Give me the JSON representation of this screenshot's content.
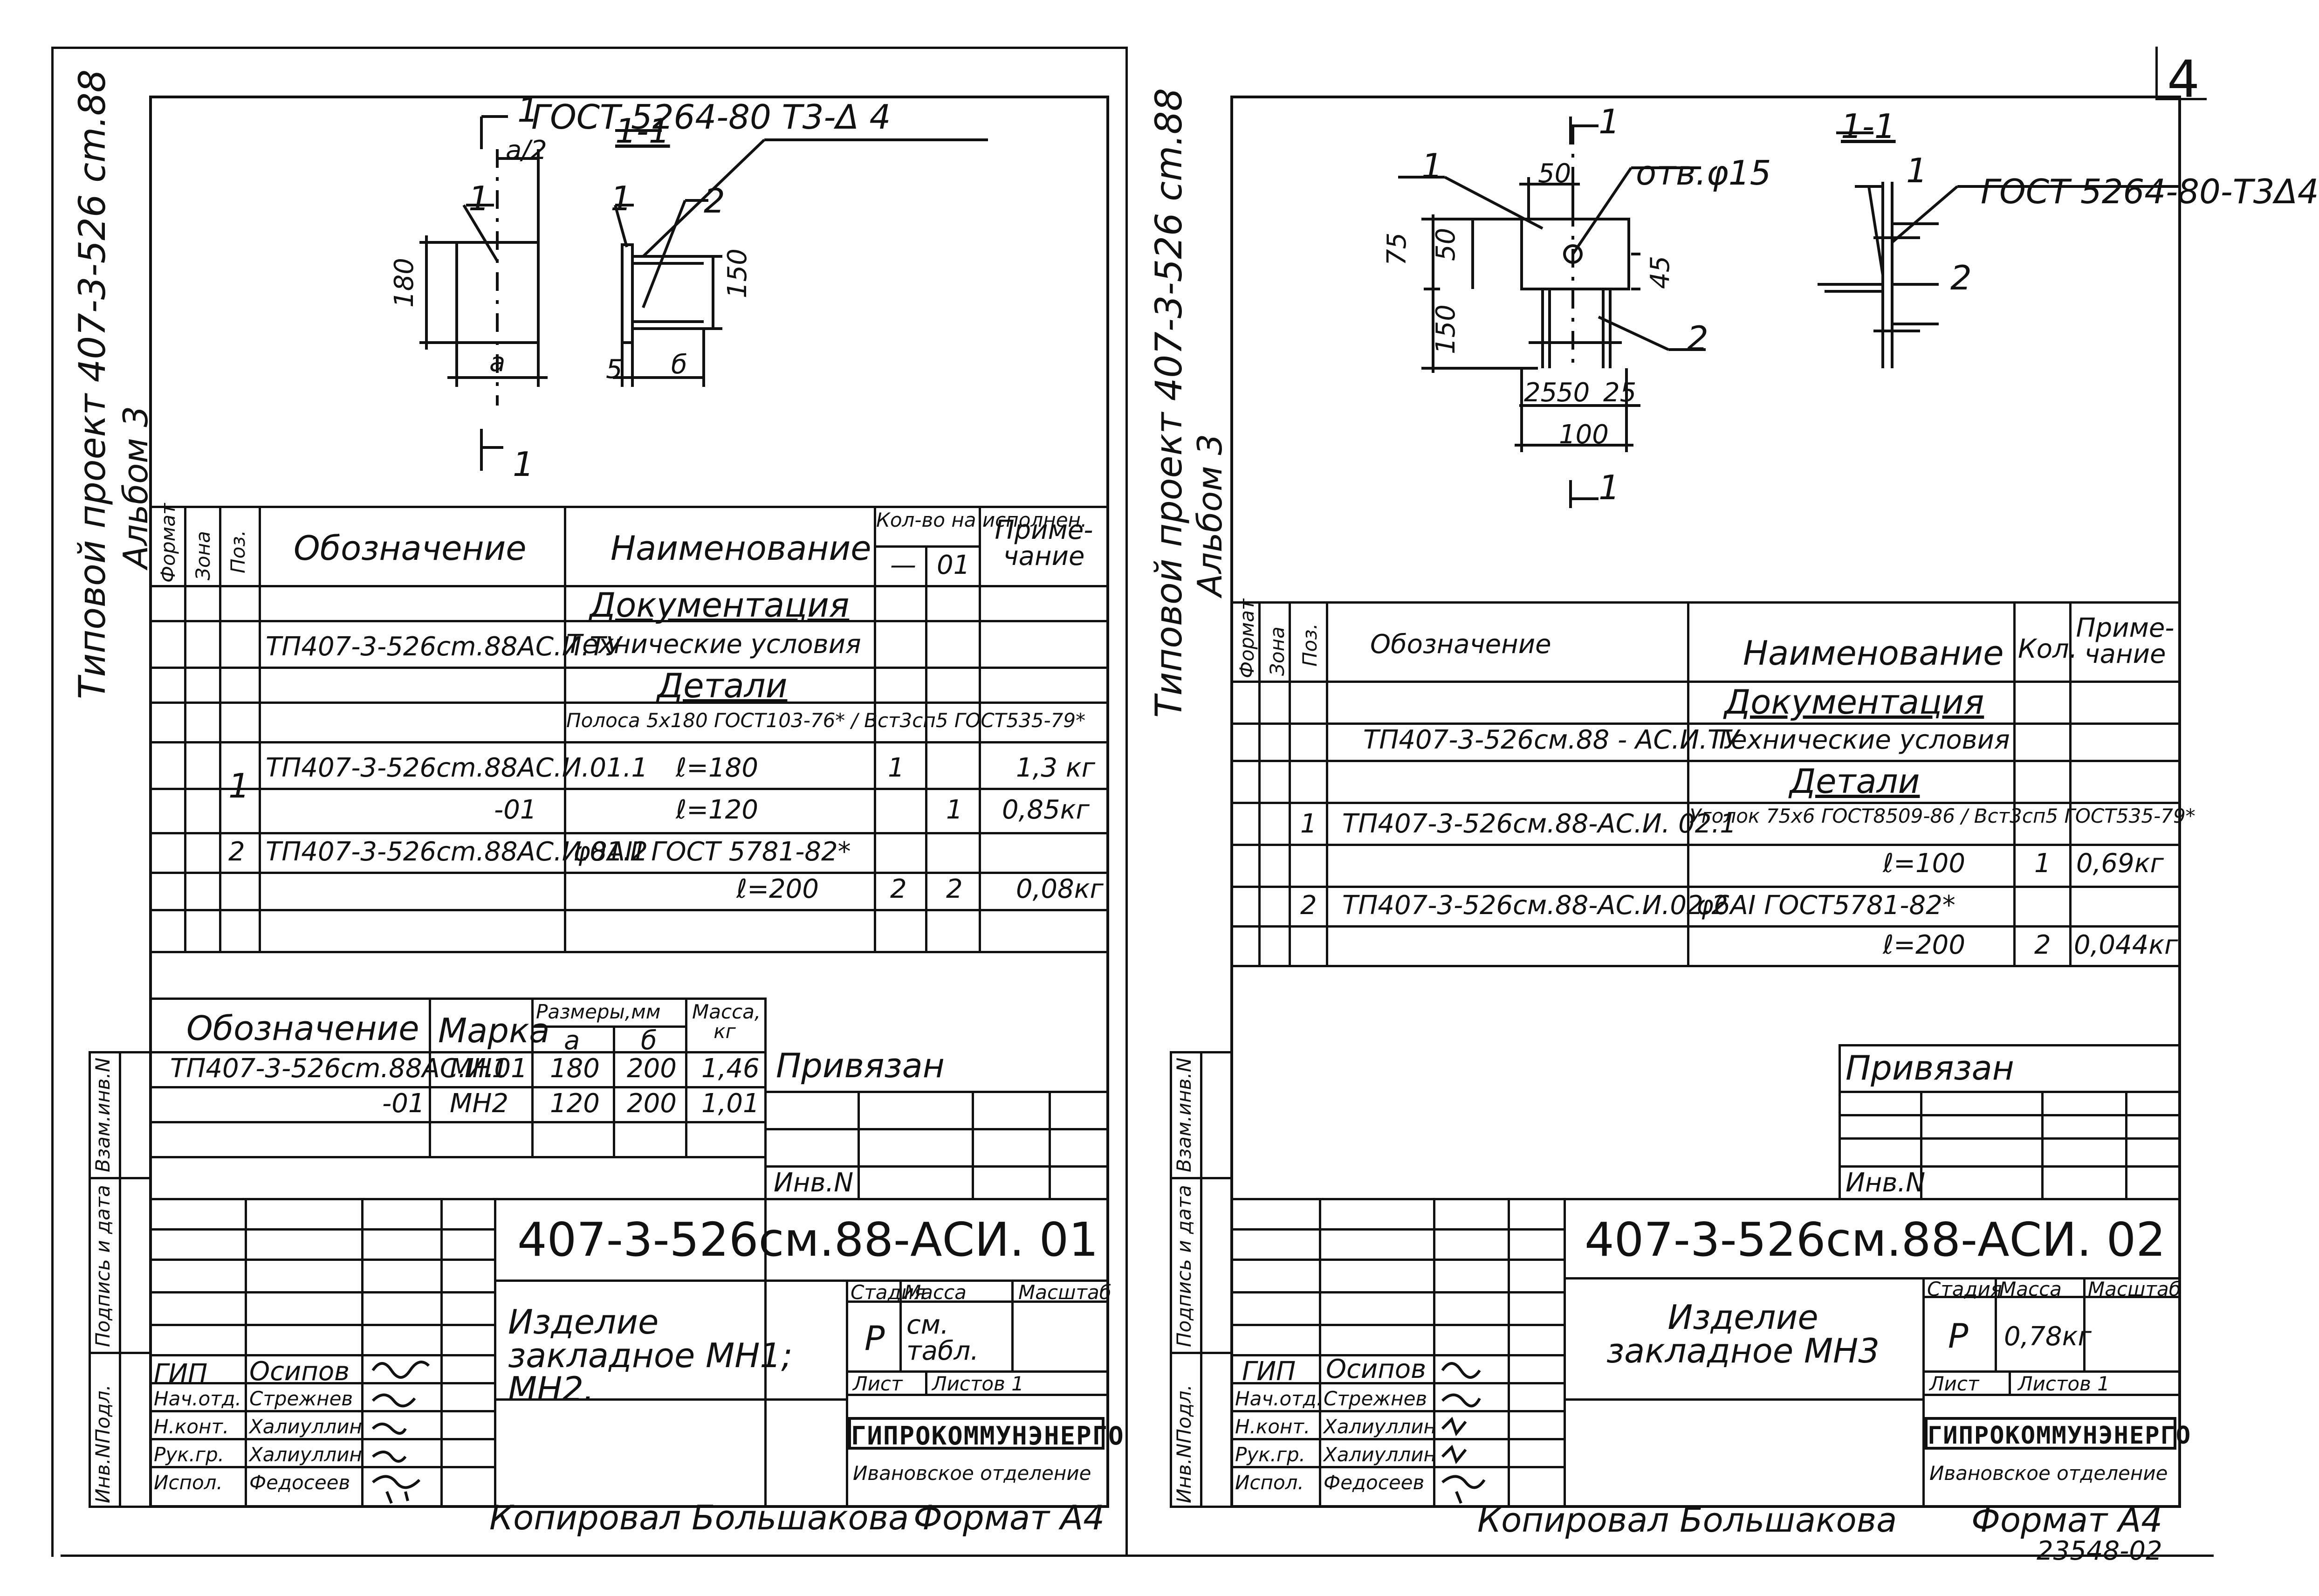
{
  "page_number": "4",
  "bottom_code": "23548-02",
  "left": {
    "side_title_1": "Типовой проект 407-3-526 cm.88",
    "side_title_2": "Альбом 3",
    "side_stamps": [
      "Инв.NПодл.",
      "Подпись и дата",
      "Взам.инв.N"
    ],
    "drawing": {
      "section_mark": "1",
      "section_title": "1-1",
      "weld_note": "ГОСТ 5264-80 Т3-Δ 4",
      "dim_a2": "a/2",
      "dim_180": "180",
      "dim_a": "a",
      "dim_150": "150",
      "dim_5": "5",
      "dim_b": "б",
      "callouts": [
        "1",
        "1",
        "2"
      ]
    },
    "spec_headers": {
      "format": "Формат",
      "zone": "Зона",
      "pos": "Поз.",
      "designation": "Обозначение",
      "name": "Наименование",
      "qty": "Кол-во на исполнен.",
      "qty_dash": "—",
      "qty_01": "01",
      "note": "Приме-чание"
    },
    "spec_rows": [
      {
        "pos": "",
        "designation": "",
        "name": "Документация",
        "q1": "",
        "q2": "",
        "note": ""
      },
      {
        "pos": "",
        "designation": "ТП407-3-526cm.88АС.И.ТУ",
        "name": "Технические условия",
        "q1": "",
        "q2": "",
        "note": ""
      },
      {
        "pos": "",
        "designation": "",
        "name": "Детали",
        "q1": "",
        "q2": "",
        "note": ""
      },
      {
        "pos": "",
        "designation": "",
        "name": "Полоса 5x180 ГОСТ103-76* / Вст3сп5 ГОСТ535-79*",
        "q1": "",
        "q2": "",
        "note": ""
      },
      {
        "pos": "1",
        "designation": "ТП407-3-526cm.88АС.И.01.1",
        "name": "ℓ=180",
        "q1": "1",
        "q2": "",
        "note": "1,3 кг"
      },
      {
        "pos": "",
        "designation": "-01",
        "name": "ℓ=120",
        "q1": "",
        "q2": "1",
        "note": "0,85кг"
      },
      {
        "pos": "2",
        "designation": "ТП407-3-526cm.88АС.И.01.2",
        "name": "φ8АⅢ ГОСТ 5781-82*",
        "q1": "",
        "q2": "",
        "note": ""
      },
      {
        "pos": "",
        "designation": "",
        "name": "ℓ=200",
        "q1": "2",
        "q2": "2",
        "note": "0,08кг"
      }
    ],
    "marks": {
      "h_designation": "Обозначение",
      "h_mark": "Марка",
      "h_sizes": "Размеры,мм",
      "h_a": "a",
      "h_b": "б",
      "h_mass": "Масса, кг",
      "rows": [
        {
          "designation": "ТП407-3-526cm.88АС.И.01",
          "mark": "МН1",
          "a": "180",
          "b": "200",
          "mass": "1,46"
        },
        {
          "designation": "-01",
          "mark": "МН2",
          "a": "120",
          "b": "200",
          "mass": "1,01"
        }
      ]
    },
    "privyazan": "Привязан",
    "inv": "Инв.N",
    "doc_code": "407-3-526см.88-АСИ. 01",
    "title": "Изделие закладное МН1; МН2.",
    "staff": [
      {
        "role": "ГИП",
        "name": "Осипов"
      },
      {
        "role": "Нач.отд.",
        "name": "Стрежнев"
      },
      {
        "role": "Н.конт.",
        "name": "Халиуллин"
      },
      {
        "role": "Рук.гр.",
        "name": "Халиуллин"
      },
      {
        "role": "Испол.",
        "name": "Федосеев"
      }
    ],
    "stage_h": "Стадия",
    "mass_h": "Масса",
    "scale_h": "Масштаб",
    "stage": "Р",
    "mass": "см. табл.",
    "sheet_h": "Лист",
    "sheets_h": "Листов 1",
    "org": "ГИПРОКОММУНЭНЕРГО",
    "org_sub": "Ивановское отделение",
    "copied": "Копировал Большакова",
    "format": "Формат А4"
  },
  "right": {
    "side_title_1": "Типовой проект 407-3-526 cm.88",
    "side_title_2": "Альбом 3",
    "side_stamps": [
      "Инв.NПодл.",
      "Подпись и дата",
      "Взам.инв.N"
    ],
    "drawing": {
      "section_mark": "1",
      "section_title": "1-1",
      "weld_note": "ГОСТ 5264-80-Т3Δ4",
      "hole": "отв.φ15",
      "dims": [
        "50",
        "75",
        "50",
        "45",
        "150",
        "25",
        "50",
        "25",
        "100"
      ],
      "callouts": [
        "1",
        "2",
        "1",
        "2"
      ]
    },
    "spec_headers": {
      "format": "Формат",
      "zone": "Зона",
      "pos": "Поз.",
      "designation": "Обозначение",
      "name": "Наименование",
      "qty": "Кол.",
      "note": "Приме-чание"
    },
    "spec_rows": [
      {
        "pos": "",
        "designation": "",
        "name": "Документация",
        "q": "",
        "note": ""
      },
      {
        "pos": "",
        "designation": "ТП407-3-526см.88 - АС.И.ТУ",
        "name": "Технические условия",
        "q": "",
        "note": ""
      },
      {
        "pos": "",
        "designation": "",
        "name": "Детали",
        "q": "",
        "note": ""
      },
      {
        "pos": "1",
        "designation": "ТП407-3-526см.88-АС.И. 02.1",
        "name": "Уголок 75x6 ГОСТ8509-86 / Вст3сп5 ГОСТ535-79*",
        "q": "",
        "note": ""
      },
      {
        "pos": "",
        "designation": "",
        "name": "ℓ=100",
        "q": "1",
        "note": "0,69кг"
      },
      {
        "pos": "2",
        "designation": "ТП407-3-526см.88-АС.И.02.2",
        "name": "φ6АⅠ ГОСТ5781-82*",
        "q": "",
        "note": ""
      },
      {
        "pos": "",
        "designation": "",
        "name": "ℓ=200",
        "q": "2",
        "note": "0,044кг"
      }
    ],
    "privyazan": "Привязан",
    "inv": "Инв.N",
    "doc_code": "407-3-526см.88-АСИ. 02",
    "title": "Изделие закладное МН3",
    "staff": [
      {
        "role": "ГИП",
        "name": "Осипов"
      },
      {
        "role": "Нач.отд.",
        "name": "Стрежнев"
      },
      {
        "role": "Н.конт.",
        "name": "Халиуллин"
      },
      {
        "role": "Рук.гр.",
        "name": "Халиуллин"
      },
      {
        "role": "Испол.",
        "name": "Федосеев"
      }
    ],
    "stage_h": "Стадия",
    "mass_h": "Масса",
    "scale_h": "Масштаб",
    "stage": "Р",
    "mass": "0,78кг",
    "sheet_h": "Лист",
    "sheets_h": "Листов 1",
    "org": "ГИПРОКОММУНЭНЕРГО",
    "org_sub": "Ивановское отделение",
    "copied": "Копировал Большакова",
    "format": "Формат А4"
  }
}
